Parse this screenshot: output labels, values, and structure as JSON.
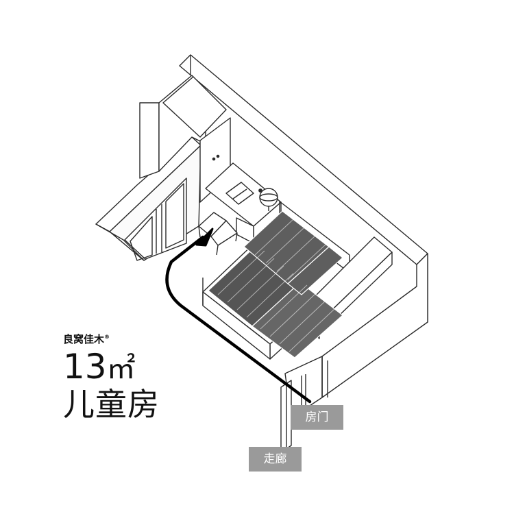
{
  "brand": {
    "name": "良窝佳木",
    "mark": "®"
  },
  "room": {
    "area": "13",
    "unit": "㎡",
    "name": "儿童房"
  },
  "labels": {
    "door": "房门",
    "corridor": "走廊"
  },
  "colors": {
    "line": "#2a2a2a",
    "tag": "#9a9a9a",
    "bed": "#555555",
    "arrow": "#000000"
  },
  "icons": [
    "floor-plan-illustration",
    "path-arrow"
  ]
}
